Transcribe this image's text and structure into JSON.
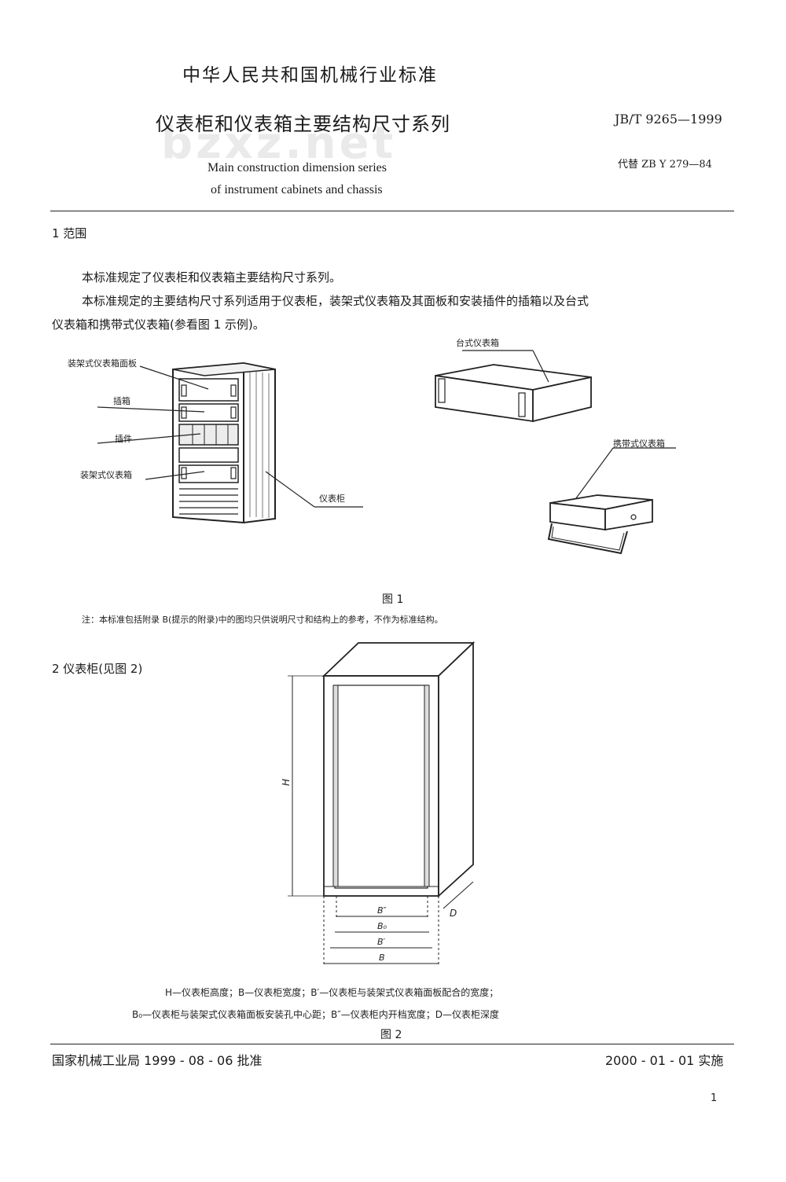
{
  "header": {
    "org_title": "中华人民共和国机械行业标准",
    "doc_title": "仪表柜和仪表箱主要结构尺寸系列",
    "doc_code": "JB/T 9265—1999",
    "replaces": "代替 ZB Y 279—84",
    "english_title_line1": "Main construction dimension series",
    "english_title_line2": "of instrument cabinets and chassis",
    "watermark": "bzxz.net"
  },
  "section1": {
    "heading": "1  范围",
    "para1": "本标准规定了仪表柜和仪表箱主要结构尺寸系列。",
    "para2_line1": "本标准规定的主要结构尺寸系列适用于仪表柜，装架式仪表箱及其面板和安装插件的插箱以及台式",
    "para2_line2": "仪表箱和携带式仪表箱(参看图 1 示例)。"
  },
  "figure1": {
    "labels": {
      "panel": "装架式仪表箱面板",
      "subrack": "插箱",
      "plugin": "插件",
      "rack_chassis": "装架式仪表箱",
      "cabinet": "仪表柜",
      "desktop": "台式仪表箱",
      "portable": "携带式仪表箱"
    },
    "caption": "图 1",
    "note": "注：本标准包括附录 B(提示的附录)中的图均只供说明尺寸和结构上的参考，不作为标准结构。"
  },
  "section2": {
    "heading": "2  仪表柜(见图 2)"
  },
  "figure2": {
    "dim_labels": {
      "H": "H",
      "D": "D",
      "B2": "B″",
      "B0": "B₀",
      "B1": "B′",
      "B": "B"
    },
    "legend_line1": "H—仪表柜高度；B—仪表柜宽度；B′—仪表柜与装架式仪表箱面板配合的宽度；",
    "legend_line2": "B₀—仪表柜与装架式仪表箱面板安装孔中心距；B″—仪表柜内开档宽度；D—仪表柜深度",
    "caption": "图 2"
  },
  "footer": {
    "approval": "国家机械工业局 1999 - 08 - 06 批准",
    "implementation": "2000 - 01 - 01 实施",
    "page_number": "1"
  }
}
